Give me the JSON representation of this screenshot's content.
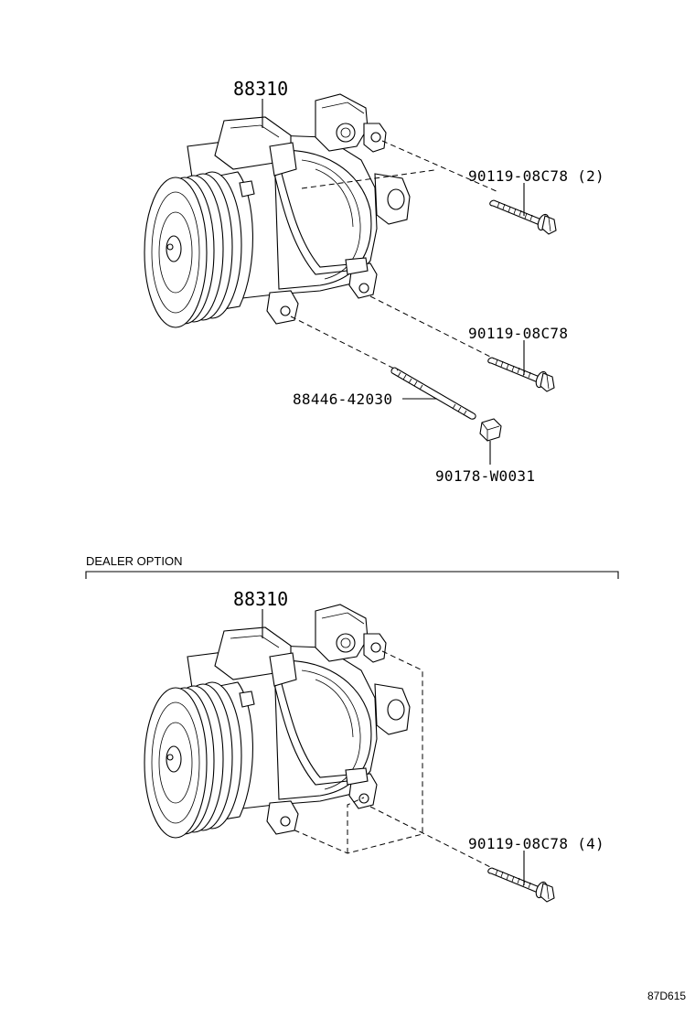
{
  "diagram": {
    "top": {
      "compressor_label": "88310",
      "bolt_upper_label": "90119-08C78 (2)",
      "bolt_lower_label": "90119-08C78",
      "stud_label": "88446-42030",
      "nut_label": "90178-W0031"
    },
    "bottom": {
      "section_title": "DEALER OPTION",
      "compressor_label": "88310",
      "bolt_label": "90119-08C78 (4)"
    },
    "figure_code": "87D615"
  },
  "icons": [
    "compressor-icon",
    "bolt-icon",
    "stud-bolt-icon",
    "nut-icon"
  ]
}
